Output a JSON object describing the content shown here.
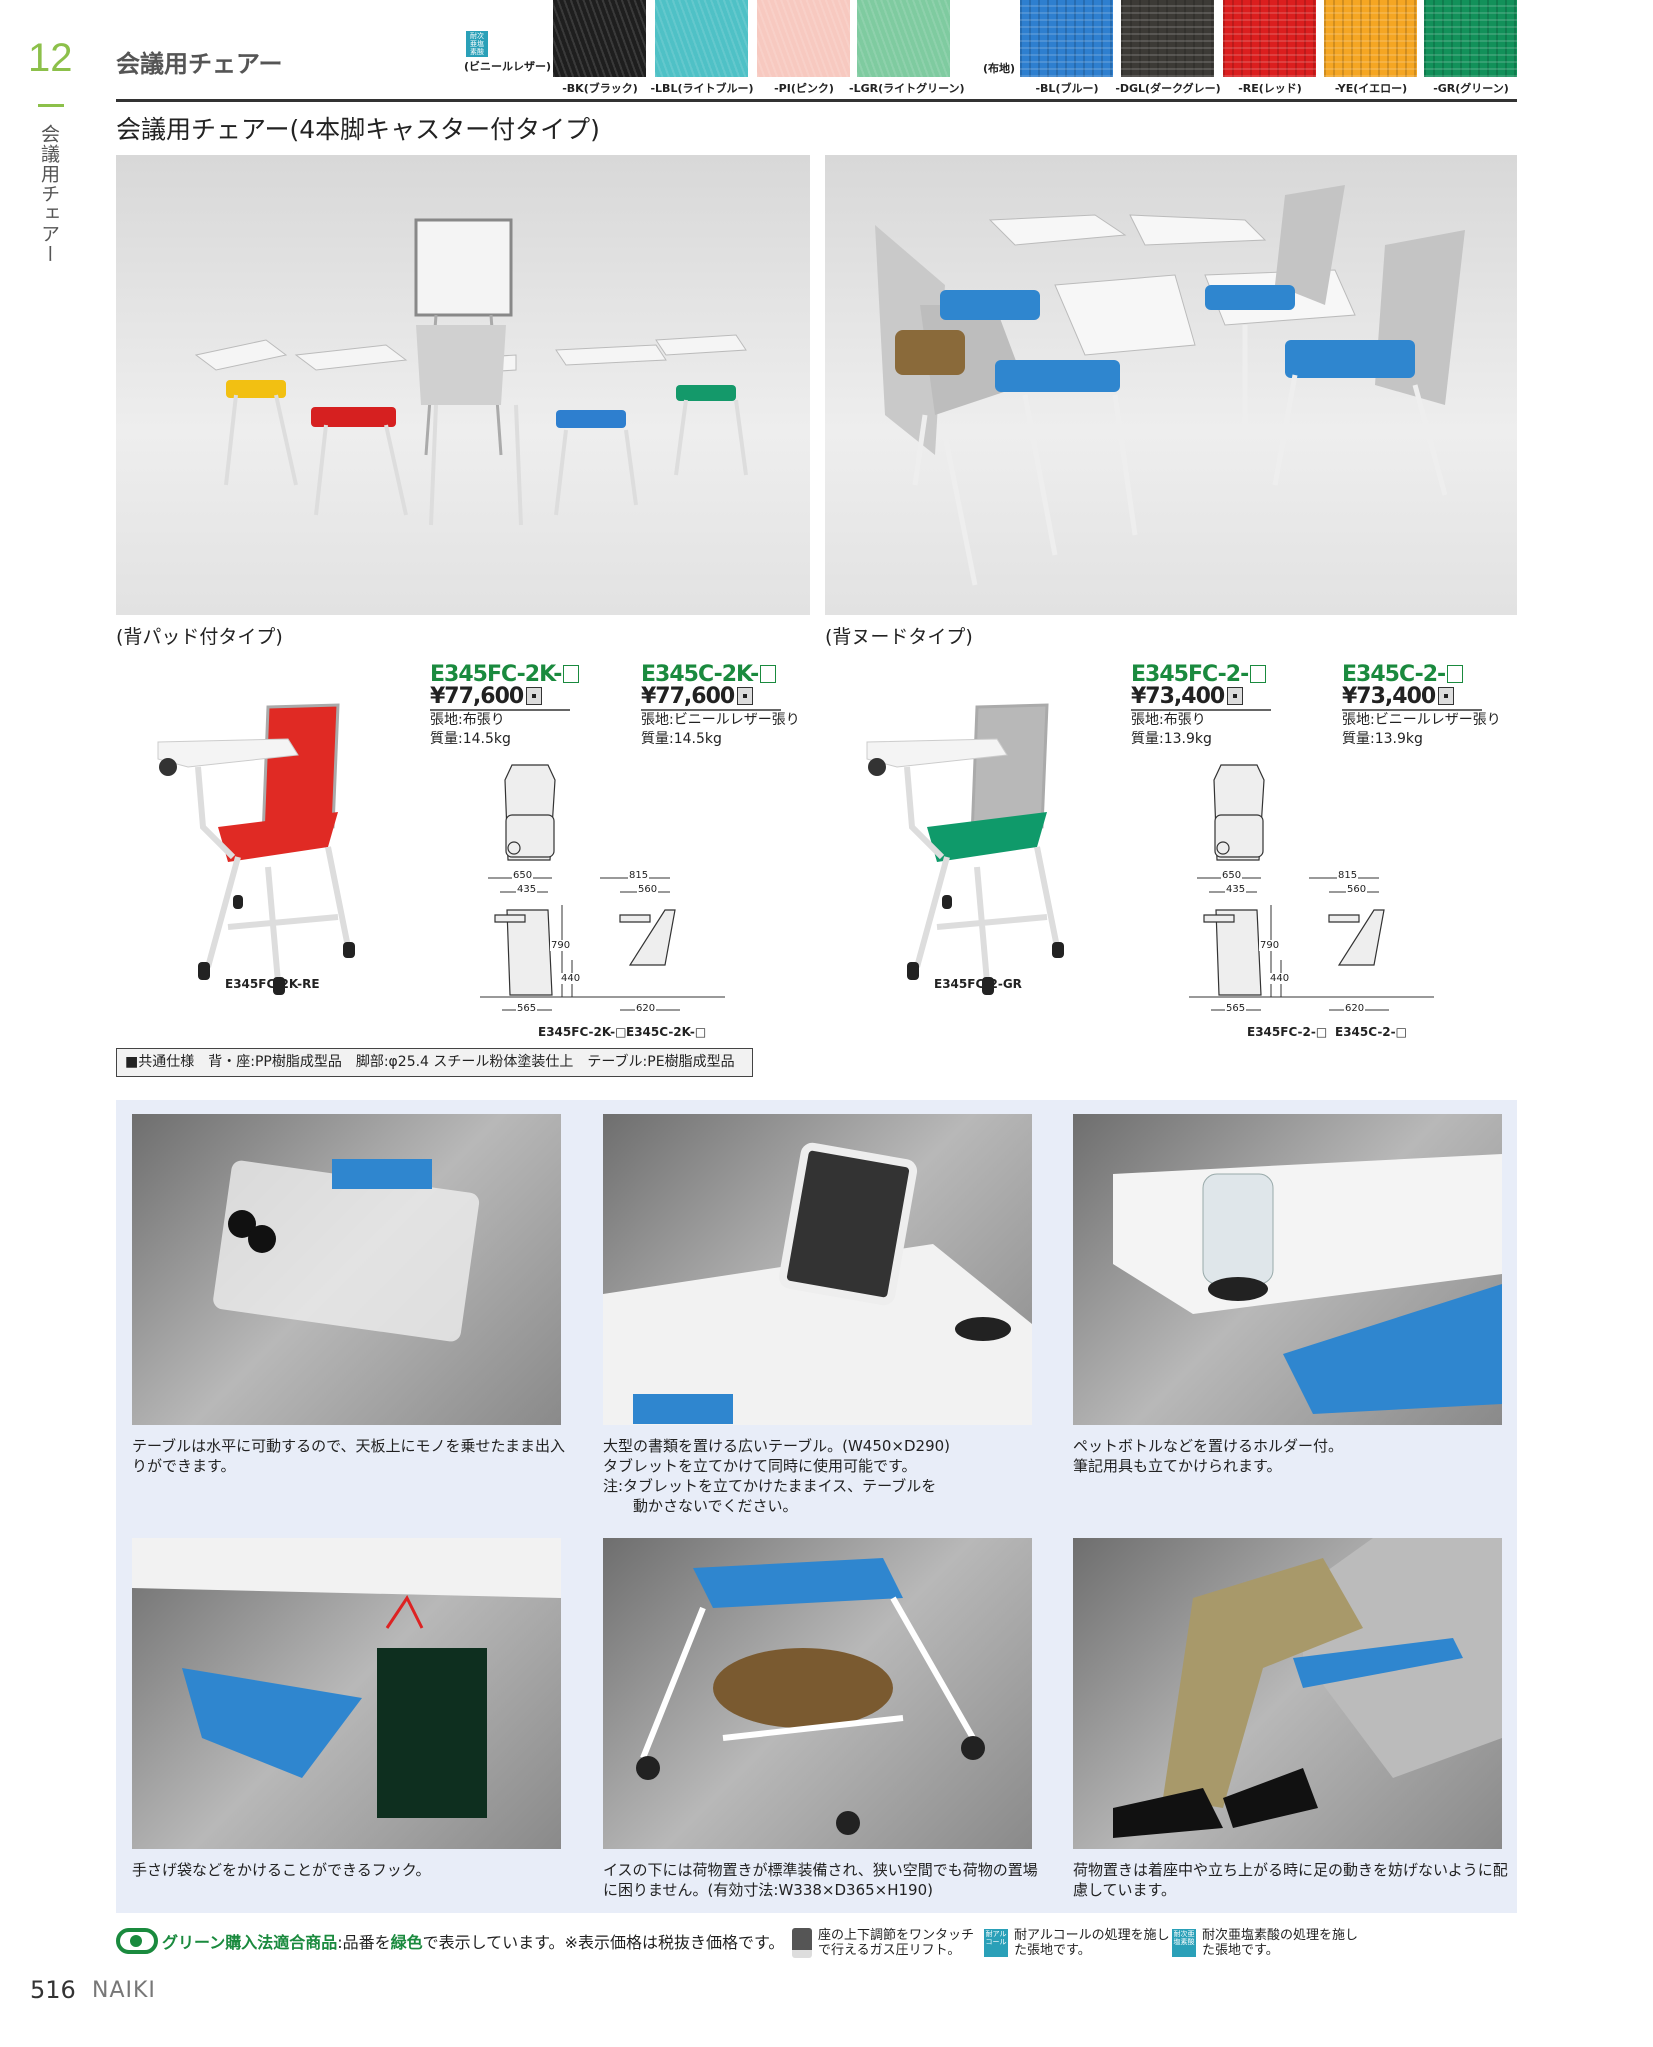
{
  "chapter": {
    "number": "12",
    "side_label": "会議用チェアー",
    "title": "会議用チェアー"
  },
  "swatches": {
    "vinyl_badge": "耐次亜塩素酸",
    "vinyl_group": "(ビニールレザー)",
    "fabric_group": "(布地)",
    "vinyl": [
      {
        "code": "-BK(ブラック)",
        "color": "#1e1e1e"
      },
      {
        "code": "-LBL(ライトブルー)",
        "color": "#4fc1c6"
      },
      {
        "code": "-PI(ピンク)",
        "color": "#f7c9c0"
      },
      {
        "code": "-LGR(ライトグリーン)",
        "color": "#7fcba0"
      }
    ],
    "fabric": [
      {
        "code": "-BL(ブルー)",
        "color": "#2e7fcf"
      },
      {
        "code": "-DGL(ダークグレー)",
        "color": "#3c3a36"
      },
      {
        "code": "-RE(レッド)",
        "color": "#db1e1e"
      },
      {
        "code": "-YE(イエロー)",
        "color": "#f5a623"
      },
      {
        "code": "-GR(グリーン)",
        "color": "#12915a"
      }
    ]
  },
  "section_title": "会議用チェアー(4本脚キャスター付タイプ)",
  "types": [
    {
      "label": "(背パッド付タイプ)",
      "seat_color": "#e02a24",
      "back_color": "#e02a24",
      "photo_caption": "E345FC-2K-RE",
      "products": [
        {
          "model": "E345FC-2K-",
          "price": "¥77,600",
          "material": "張地:布張り",
          "weight": "質量:14.5kg"
        },
        {
          "model": "E345C-2K-",
          "price": "¥77,600",
          "material": "張地:ビニールレザー張り",
          "weight": "質量:14.5kg"
        }
      ],
      "drawing_caption": [
        "E345FC-2K-□",
        "E345C-2K-□"
      ]
    },
    {
      "label": "(背ヌードタイプ)",
      "seat_color": "#0f9a6a",
      "back_color": "#b8b8b8",
      "photo_caption": "E345FC-2-GR",
      "products": [
        {
          "model": "E345FC-2-",
          "price": "¥73,400",
          "material": "張地:布張り",
          "weight": "質量:13.9kg"
        },
        {
          "model": "E345C-2-",
          "price": "¥73,400",
          "material": "張地:ビニールレザー張り",
          "weight": "質量:13.9kg"
        }
      ],
      "drawing_caption": [
        "E345FC-2-□",
        "E345C-2-□"
      ]
    }
  ],
  "dimensions": {
    "w_front": "650",
    "w_inner": "435",
    "d_side": "815",
    "d_inner": "560",
    "h_total": "790",
    "h_seat": "440",
    "base_front": "565",
    "base_side": "620"
  },
  "common_spec": "■共通仕様　背・座:PP樹脂成型品　脚部:φ25.4 スチール粉体塗装仕上　テーブル:PE樹脂成型品",
  "features": [
    {
      "caption": "テーブルは水平に可動するので、天板上にモノを乗せたまま出入りができます。"
    },
    {
      "caption": "大型の書類を置ける広いテーブル。(W450×D290)\nタブレットを立てかけて同時に使用可能です。\n注:タブレットを立てかけたままイス、テーブルを\n　　動かさないでください。"
    },
    {
      "caption": "ペットボトルなどを置けるホルダー付。\n筆記用具も立てかけられます。"
    },
    {
      "caption": "手さげ袋などをかけることができるフック。"
    },
    {
      "caption": "イスの下には荷物置きが標準装備され、狭い空間でも荷物の置場に困りません。(有効寸法:W338×D365×H190)"
    },
    {
      "caption": "荷物置きは着座中や立ち上がる時に足の動きを妨げないように配慮しています。"
    }
  ],
  "footer": {
    "green_label": "グリーン購入法適合商品",
    "green_text_1": ":品番を",
    "green_word": "緑色",
    "green_text_2": "で表示しています。※表示価格は税抜き価格です。",
    "gas_lift": "座の上下調節をワンタッチで行えるガス圧リフト。",
    "alcohol_badge": "耐アルコール",
    "alcohol": "耐アルコールの処理を施した張地です。",
    "chlorine_badge": "耐次亜塩素酸",
    "chlorine": "耐次亜塩素酸の処理を施した張地です。",
    "page": "516",
    "brand": "NAIKI"
  }
}
